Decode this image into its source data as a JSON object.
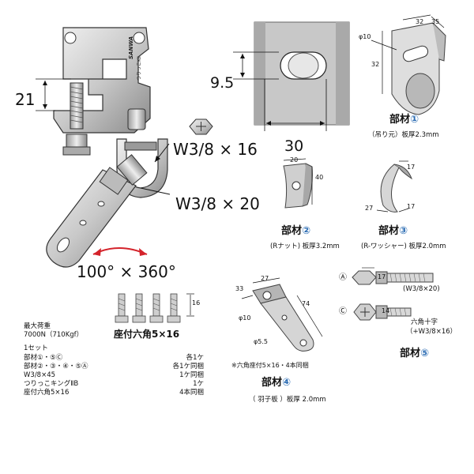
{
  "main_assembly": {
    "brand_text": "SANWA",
    "product_stamp": "つりっこKⅡ",
    "dim_21": "21",
    "bolt_label_a": "W3/8 × 16",
    "bolt_label_b": "W3/8 × 20",
    "rotation_label": "100° × 360°"
  },
  "part1": {
    "dim_95": "9.5",
    "dim_30": "30",
    "dim_phi10": "φ10",
    "dim_32a": "32",
    "dim_35": "35",
    "dim_32b": "32",
    "name_prefix": "部材",
    "number": "①",
    "note": "（吊り元）板厚2.3mm"
  },
  "part2": {
    "dim_20": "20",
    "dim_40": "40",
    "name_prefix": "部材",
    "number": "②",
    "note": "(Rナット) 板厚3.2mm"
  },
  "part3": {
    "dim_17a": "17",
    "dim_27": "27",
    "dim_17b": "17",
    "name_prefix": "部材",
    "number": "③",
    "note": "(R-ワッシャー) 板厚2.0mm"
  },
  "part4": {
    "dim_33": "33",
    "dim_27": "27",
    "dim_74": "74",
    "dim_phi10": "φ10",
    "dim_phi55": "φ5.5",
    "footnote": "※六角座付5×16・4本同梱",
    "name_prefix": "部材",
    "number": "④",
    "note": "（ 羽子板 ）板厚 2.0mm"
  },
  "part5": {
    "mark_a": "Ⓐ",
    "mark_c": "Ⓒ",
    "dim_17": "17",
    "dim_14": "14",
    "label_a": "(W3/8×20)",
    "label_c1": "六角十字",
    "label_c2": "（+W3/8×16）",
    "name_prefix": "部材",
    "number": "⑤"
  },
  "screws": {
    "dim_16": "16",
    "label": "座付六角5×16"
  },
  "specs": {
    "load_title": "最大荷重",
    "load_value": "7000N（710Kgf）",
    "set_title": "1セット",
    "rows": [
      {
        "item": "部材①・⑤Ⓒ",
        "qty": "各1ケ"
      },
      {
        "item": "部材②・③・④・⑤Ⓐ",
        "qty": "各1ケ同梱"
      },
      {
        "item": "W3/8×45",
        "qty": "1ケ同梱"
      },
      {
        "item": "つりっこキングⅡB",
        "qty": "1ケ"
      },
      {
        "item": "座付六角5×16",
        "qty": "4本同梱"
      }
    ]
  },
  "colors": {
    "metal_light": "#e2e2e2",
    "metal_mid": "#b9b9b9",
    "metal_dark": "#6d6d6d",
    "arrow_red": "#d4232b",
    "accent_blue": "#2b6cb3"
  }
}
